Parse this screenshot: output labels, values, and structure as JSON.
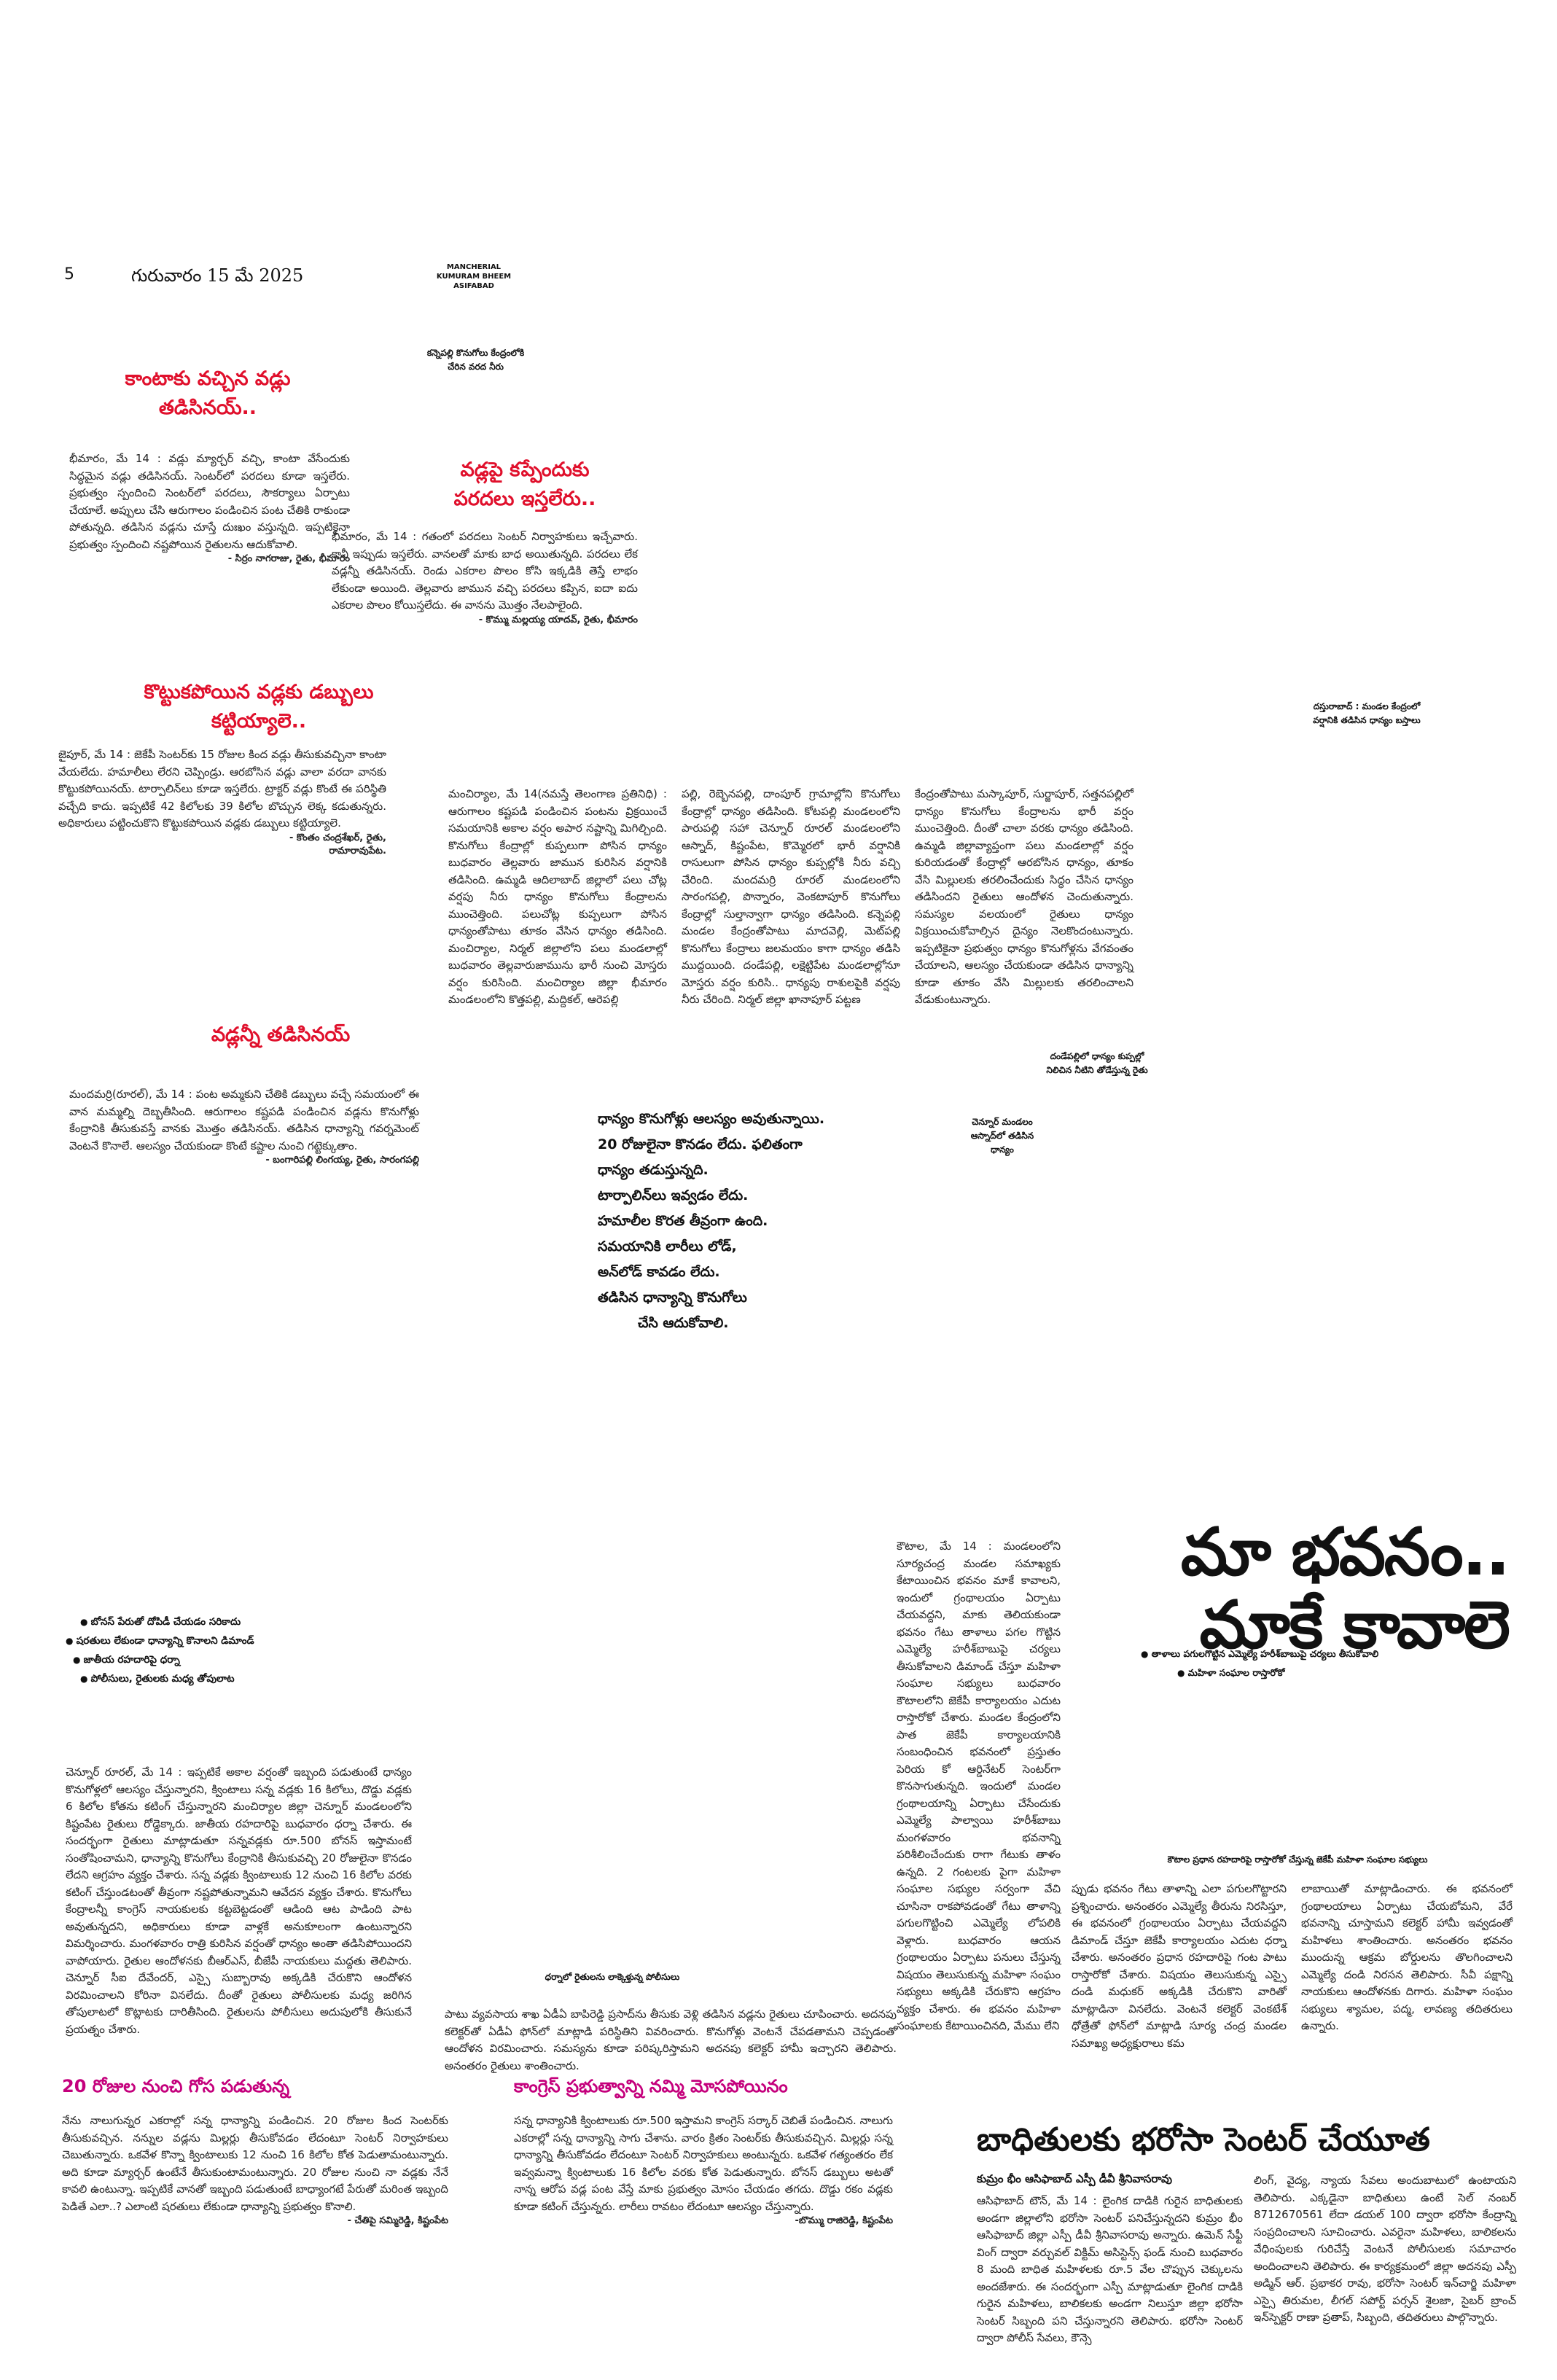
{
  "header": {
    "page_number": "5",
    "date": "గురువారం 15 మే 2025",
    "edition_lines": [
      "MANCHERIAL",
      "KUMURAM BHEEM",
      "ASIFABAD"
    ]
  },
  "top_caption": "కన్నెపల్లి కొనుగోలు కేంద్రంలోకి చేరిన వరద నీరు",
  "story1": {
    "headline": "కాంటాకు వచ్చిన వడ్లు తడిసినయ్..",
    "body": "భీమారం, మే 14 : వడ్లు మ్యార్చర్ వచ్చి, కాంటా వేసేందుకు సిద్ధమైన వడ్లు తడిసినయ్. సెంటర్‌లో పరదలు కూడా ఇస్తలేరు. ప్రభుత్వం స్పందించి సెంటర్‌లో పరదలు, సౌకర్యాలు ఏర్పాటు చేయాలే. అప్పులు చేసి ఆరుగాలం పండించిన పంట చేతికి రాకుండా పోతున్నది. తడిసిన వడ్లను చూస్తే దుఃఖం వస్తున్నది. ఇప్పటికైనా ప్రభుత్వం స్పందించి నష్టపోయిన రైతులను ఆదుకోవాలి.",
    "signature": "- సిర్రం నాగరాజు, రైతు, భీమారం"
  },
  "story2": {
    "headline": "వడ్లపై కప్పేందుకు పరదలు ఇస్తలేరు..",
    "body": "భీమారం, మే 14 : గతంలో పరదలు సెంటర్ నిర్వాహకులు ఇచ్చేవారు. కానీ ఇప్పుడు ఇస్తలేరు. వానలతో మాకు బాధ అయితున్నది. పరదలు లేక వడ్లన్నీ తడిసినయ్. రెండు ఎకరాల పొలం కోసి ఇక్కడికి తెస్తే లాభం లేకుండా అయింది. తెల్లవారు జామున వచ్చి పరదలు కప్పిన, ఐదా ఐదు ఎకరాల పొలం కోయిస్తలేదు. ఈ వానను మొత్తం నేలపాలైంది.",
    "signature": "- కొమ్ము మల్లయ్య యాదవ్, రైతు, భీమారం"
  },
  "story3": {
    "headline": "కొట్టుకపోయిన వడ్లకు డబ్బులు కట్టియ్యాలె..",
    "body": "జైపూర్, మే 14 : జెకేపీ సెంటర్‌కు 15 రోజుల కింద వడ్లు తీసుకువచ్చినా కాంటా వేయలేదు. హమాలీలు లేరని చెప్పిండ్రు. ఆరబోసిన వడ్లు వాలా వరదా వానకు కొట్టుకపోయినయ్. టార్పాలిన్‌లు కూడా ఇస్తలేరు. ట్రాక్టర్ వడ్లు కొంటే ఈ పరిస్థితి వచ్చేది కాదు. ఇప్పటికే 42 కిలోలకు 39 కిలోల బొచ్చున లెక్క కడుతున్నరు. అధికారులు పట్టించుకొని కొట్టుకపోయిన వడ్లకు డబ్బులు కట్టియ్యాలె.",
    "signature1": "- కొంతం చంద్రశేఖర్, రైతు,",
    "signature2": "రామారావుపేట."
  },
  "story4": {
    "headline": "వడ్లన్నీ తడిసినయ్",
    "body": "మందమర్రి(రూరల్), మే 14 : పంట అమ్మకుని చేతికి డబ్బులు వచ్చే సమయంలో ఈ వాన మమ్మల్ని దెబ్బతీసింది. ఆరుగాలం కష్టపడి పండించిన వడ్లను కొనుగోళ్లు కేంద్రానికి తీసుకువస్తే వానకు మొత్తం తడిసినయ్. తడిసిన ధాన్యాన్ని గవర్నమెంట్ వెంటనే కొనాలే. ఆలస్యం చేయకుండా కొంటే కష్టాల నుంచి గట్టెక్కుతాం.",
    "signature": "- బంగారిపల్లి లింగయ్య, రైతు, సారంగపల్లి"
  },
  "right_caption_top": "దస్తురాబాద్ : మండల కేంద్రంలో వర్షానికి తడిసిన ధాన్యం బస్తాలు",
  "main_story": {
    "col1": "మంచిర్యాల, మే 14(నమస్తే తెలంగాణ ప్రతినిధి) : ఆరుగాలం కష్టపడి పండించిన పంటను వ్రిక్రయించే సమయానికి అకాల వర్షం అపార నష్టాన్ని మిగిల్చింది. కొనుగోలు కేంద్రాల్లో కుప్పలుగా పోసిన ధాన్యం బుధవారం తెల్లవారు జామున కురిసిన వర్షానికి తడిసింది. ఉమ్మడి ఆదిలాబాద్ జిల్లాలో పలు చోట్ల వర్షపు నీరు ధాన్యం కొనుగోలు కేంద్రాలను ముంచెత్తింది. పలుచోట్ల కుప్పలుగా పోసిన ధాన్యంతోపాటు తూకం వేసిన ధాన్యం తడిసింది. మంచిర్యాల, నిర్మల్ జిల్లాలోని పలు మండలాల్లో బుధవారం తెల్లవారుజామును భారీ నుంచి మోస్తరు వర్షం కురిసింది. మంచిర్యాల జిల్లా భీమారం మండలంలోని కొత్తపల్లి, మద్దికల్, ఆరెపల్లి",
    "col2": "పల్లి, రెబ్బెనపల్లి, దాంపూర్ గ్రామాల్లోని కొనుగోలు కేంద్రాల్లో ధాన్యం తడిసింది. కోటపల్లి మండలంలోని పారుపల్లి సహా చెన్నూర్ రూరల్ మండలంలోని ఆస్నాద్, కిష్టంపేట, కొమ్మెరలో భారీ వర్షానికి రాసులుగా పోసిన ధాన్యం కుప్పల్లోకి నీరు వచ్చి చేరింది. మందమర్రి రూరల్ మండలంలోని సారంగపల్లి, పొన్నారం, వెంకటాపూర్ కొనుగోలు కేంద్రాల్లో సుల్తాన్వాగా ధాన్యం తడిసింది. కన్నెపల్లి మండల కేంద్రంతోపాటు మాదవెల్లి, మెట్‌పల్లి కొనుగోలు కేంద్రాలు జలమయం కాగా ధాన్యం తడిసి ముద్దయింది. దండేపల్లి, లక్షెట్టిపేట మండలాల్లోనూ మోస్తరు వర్షం కురిసి.. ధాన్యపు రాశులపైకి వర్షపు నీరు చేరింది. నిర్మల్ జిల్లా ఖానాపూర్ పట్టణ",
    "col3": "కేంద్రంతోపాటు మస్కాపూర్, సుర్జాపూర్, సత్తనపల్లిలో ధాన్యం కొనుగోలు కేంద్రాలను భారీ వర్షం ముంచెత్తింది. దీంతో చాలా వరకు ధాన్యం తడిసింది. ఉమ్మడి జిల్లావ్యాప్తంగా పలు మండలాల్లో వర్షం కురియడంతో కేంద్రాల్లో ఆరబోసిన ధాన్యం, తూకం వేసి మిల్లులకు తరలించేందుకు సిద్ధం చేసిన ధాన్యం తడిసిందని రైతులు ఆందోళన చెందుతున్నారు. సమస్యల వలయంలో రైతులు ధాన్యం విక్రయించుకోవాల్సిన దైన్యం నెలకొందంటున్నారు. ఇప్పటికైనా ప్రభుత్వం ధాన్యం కొనుగోళ్లను వేగవంతం చేయాలని, ఆలస్యం చేయకుండా తడిసిన ధాన్యాన్ని కూడా తూకం వేసి మిల్లులకు తరలించాలని వేడుకుంటున్నారు."
  },
  "caption_chennur": "చెన్నూర్ మండలం ఆస్నాద్‌లో తడిసిన ధాన్యం",
  "caption_dandepally": "దండేపల్లిలో ధాన్యం కుప్పల్లో నిలిచిన నీటిని తోడేస్తున్న రైతు",
  "bold_quote": [
    "ధాన్యం కొనుగోళ్లు ఆలస్యం అవుతున్నాయి.",
    "20 రోజులైనా కొనడం లేదు. ఫలితంగా",
    "ధాన్యం తడుస్తున్నది.",
    "టార్పాలిన్‌లు ఇవ్వడం లేదు.",
    "హమాలీల కొరత తీవ్రంగా ఉంది.",
    "సమయానికి లారీలు లోడ్,",
    "అన్‌లోడ్ కావడం లేదు.",
    "తడిసిన ధాన్యాన్ని కొనుగోలు",
    "చేసి ఆదుకోవాలి."
  ],
  "dharna_story": {
    "bullets": [
      "బోనస్ పేరుతో దోపిడీ చేయడం సరికాదు",
      "షరతులు లేకుండా ధాన్యాన్ని కొనాలని డిమాండ్",
      "జాతీయ రహదారిపై ధర్నా",
      "పోలీసులు, రైతులకు మధ్య తోపులాట"
    ],
    "body": "చెన్నూర్ రూరల్, మే 14 : ఇప్పటికే అకాల వర్షంతో ఇబ్బంది పడుతుంటే ధాన్యం కొనుగోళ్లలో ఆలస్యం చేస్తున్నారని, క్వింటాలు సన్న వడ్లకు 16 కిలోలు, దొడ్డు వడ్లకు 6 కిలోల కోతను కటింగ్ చేస్తున్నారని మంచిర్యాల జిల్లా చెన్నూర్ మండలంలోని కిష్టంపేట రైతులు రోడ్డెక్కారు. జాతీయ రహదారిపై బుధవారం ధర్నా చేశారు. ఈ సందర్భంగా రైతులు మాట్లాడుతూ సన్నవడ్లకు రూ.500 బోనస్ ఇస్తామంటే సంతోషించామని, ధాన్యాన్ని కొనుగోలు కేంద్రానికి తీసుకువచ్చి 20 రోజులైనా కొనడం లేదని ఆగ్రహం వ్యక్తం చేశారు. సన్న వడ్లకు క్వింటాలుకు 12 నుంచి 16 కిలోల వరకు కటింగ్ చేస్తుండటంతో తీవ్రంగా నష్టపోతున్నామని ఆవేదన వ్యక్తం చేశారు. కొనుగోలు కేంద్రాలన్నీ కాంగ్రెస్ నాయకులకు కట్టబెట్టడంతో ఆడింది ఆట పాడింది పాట అవుతున్నదని, అధికారులు కూడా వాళ్లకే అనుకూలంగా ఉంటున్నారని విమర్శించారు. మంగళవారం రాత్రి కురిసిన వర్షంతో ధాన్యం అంతా తడిసిపోయిందని వాపోయారు. రైతుల ఆందోళనకు బీఆర్ఎస్, బీజేపీ నాయకులు మద్దతు తెలిపారు. చెన్నూర్ సీఐ దేవేందర్, ఎస్సై సుబ్బారావు అక్కడికి చేరుకొని ఆందోళన విరమించాలని కోరినా వినలేదు. దీంతో రైతులు పోలీసులకు మధ్య జరిగిన తోపులాటలో కొట్లాటకు దారితీసింది. రైతులను పోలీసులు అదుపులోకి తీసుకునే ప్రయత్నం చేశారు.",
    "body2": "పాటు వ్యవసాయ శాఖ ఏడీఏ బాపిరెడ్డి ప్రసాద్‌ను తీసుకు వెళ్లి తడిసిన వడ్లను రైతులు చూపించారు. అదనపు కలెక్టర్‌తో ఏడీఏ ఫోన్‌లో మాట్లాడి పరిస్థితిని వివరించారు. కొనుగోళ్లు వెంటనే చేపడతామని చెప్పడంతో ఆందోళన విరమించారు. సమస్యను కూడా పరిష్కరిస్తామని అదనపు కలెక్టర్ హామీ ఇచ్చారని తెలిపారు. అనంతరం రైతులు శాంతించారు."
  },
  "caption_dharna": "ధర్నాలో రైతులను లాక్కెళ్తున్న పోలీసులు",
  "story5": {
    "headline": "20 రోజుల నుంచి గోస పడుతున్న",
    "body": "నేను నాలుగున్నర ఎకరాల్లో సన్న ధాన్యాన్ని పండించిన. 20 రోజుల కింద సెంటర్‌కు తీసుకువచ్చిన. నన్నుల వడ్లను మిల్లర్లు తీసుకోవడం లేదంటూ సెంటర్ నిర్వాహకులు చెబుతున్నారు. ఒకవేళ కొన్నా క్వింటాలుకు 12 నుంచి 16 కిలోల కోత పెడుతామంటున్నారు. అది కూడా మ్యార్చర్ ఉంటేనే తీసుకుంటామంటున్నారు. 20 రోజుల నుంచి నా వడ్లకు నేనే కావలి ఉంటున్నా. ఇప్పటికే వానతో ఇబ్బంది పడుతుంటే బాధ్యాంగటే పేరుతో మరింత ఇబ్బంది పెడితే ఎలా..? ఎలాంటి షరతులు లేకుండా ధాన్యాన్ని ప్రభుత్వం కొనాలి.",
    "signature": "- చేతిపై సమ్మిరెడ్డి, కిష్టంపేట"
  },
  "story6": {
    "headline": "కాంగ్రెస్ ప్రభుత్వాన్ని నమ్మి మోసపోయినం",
    "body": "సన్న ధాన్యానికి క్వింటాలుకు రూ.500 ఇస్తామని కాంగ్రెస్ సర్కార్ చెబితే పండించిన. నాలుగు ఎకరాల్లో సన్న ధాన్యాన్ని సాగు చేశాను. వారం క్రితం సెంటర్‌కు తీసుకువచ్చిన. మిల్లర్లు సన్న ధాన్యాన్ని తీసుకోవడం లేదంటూ సెంటర్ నిర్వాహకులు అంటున్నరు. ఒకవేళ గత్యంతరం లేక ఇవ్వమన్నా క్వింటాలుకు 16 కిలోల వరకు కోత పెడుతున్నారు. బోనస్ డబ్బులు అటతో నాన్న ఆరోప వడ్ల పంట వేస్తే మాకు ప్రభుత్వం మోసం చేయడం తగదు. దొడ్డు రకం వడ్లకు కూడా కటింగ్ చేస్తున్నరు. లారీలు రావటం లేదంటూ ఆలస్యం చేస్తున్నారు.",
    "signature": "-బొమ్ము రాజిరెడ్డి, కిష్టంపేట"
  },
  "bhavanam": {
    "title_line1": "మా భవనం..",
    "title_line2": "మాకే కావాలె",
    "bullets": [
      "తాళాలు పగులగొట్టిన ఎమ్మెల్యే హరీశ్‌బాబుపై చర్యలు తీసుకోవాలి",
      "మహిళా సంఘాల రాస్తారోకో"
    ],
    "col1": "కౌటాల, మే 14 : మండలంలోని సూర్యచంద్ర మండల సమాఖ్యకు కేటాయించిన భవనం మాకే కావాలని, ఇందులో గ్రంథాలయం ఏర్పాటు చేయవద్దని, మాకు తెలియకుండా భవనం గేటు తాళాలు పగల గొట్టిన ఎమ్మెల్యే హరీశ్‌బాబుపై చర్యలు తీసుకోవాలని డిమాండ్ చేస్తూ మహిళా సంఘాల సభ్యులు బుధవారం కౌటాలలోని జెకేపీ కార్యాలయం ఎదుట రాస్తారోకో చేశారు. మండల కేంద్రంలోని పాత జెకేపీ కార్యాలయానికి సంబంధించిన భవనంలో ప్రస్తుతం పెరియ కో ఆర్డినేటర్‌ సెంటర్‌గా కొనసాగుతున్నది. ఇందులో మండల గ్రంథాలయాన్ని ఏర్పాటు చేసేందుకు ఎమ్మెల్యే పాల్వాయి హరీశ్‌బాబు మంగళవారం భవనాన్ని పరిశీలించేందుకు రాగా గేటుకు తాళం ఉన్నది. 2 గంటలకు పైగా మహిళా సంఘాల సభ్యుల సర్వంగా వేచి చూసినా రాకపోవడంతో గేటు తాళాన్ని పగులగొట్టించి ఎమ్మెల్యే లోపలికి వెళ్లారు. బుధవారం ఆయన గ్రంథాలయం ఏర్పాటు పనులు చేస్తున్న విషయం తెలుసుకున్న మహిళా సంఘం సభ్యులు అక్కడికి చేరుకొని ఆగ్రహం వ్యక్తం చేశారు. ఈ భవనం మహిళా సంఘాలకు కేటాయించినది, మేము లేని",
    "col2": "ప్పుడు భవనం గేటు తాళాన్ని ఎలా పగులగొట్టారని ప్రశ్నించారు. అనంతరం ఎమ్మెల్యే తీరును నిరసిస్తూ, ఈ భవనంలో గ్రంథాలయం ఏర్పాటు చేయవద్దని డిమాండ్ చేస్తూ జెకేపీ కార్యాలయం ఎదుట ధర్నా చేశారు. అనంతరం ప్రధాన రహదారిపై గంట పాటు రాస్తారోకో చేశారు. విషయం తెలుసుకున్న ఎస్సై దండి మధుకర్ అక్కడికి చేరుకొని వారితో మాట్లాడినా వినలేదు. వెంటనే కలెక్టర్ వెంకటేశ్ ధోత్రేతో ఫోన్‌లో మాట్లాడి సూర్య చంద్ర మండల సమాఖ్య అధ్యక్షురాలు కమ",
    "col3": "లాబాయితో మాట్లాడించారు. ఈ భవనంలో గ్రంథాలయాలు ఏర్పాటు చేయబోమని, వేరే భవనాన్ని చూస్తామని కలెక్టర్ హామీ ఇవ్వడంతో మహిళలు శాంతించారు. అనంతరం భవనం ముందున్న ఆక్రమ బోర్డులను తొలగించాలని ఎమ్మెల్యే దండి నిరసన తెలిపారు. సీవీ పక్షాన్ని నాయకులు ఆందోళనకు దిగారు. మహిళా సంఘం సభ్యులు శ్యామల, పద్మ, లావణ్య తదితరులు ఉన్నారు.",
    "caption": "కౌటాల ప్రధాన రహదారిపై రాస్తారోకో చేస్తున్న జెకేపీ మహిళా సంఘాల సభ్యులు"
  },
  "bharosa": {
    "title": "బాధితులకు భరోసా సెంటర్ చేయూత",
    "byline": "కుమ్రం భీం ఆసిఫాబాద్ ఎస్పీ డీవీ శ్రీనివాసరావు",
    "col1": "ఆసిఫాబాద్ టౌన్, మే 14 : లైంగిక దాడికి గురైన బాధితులకు అండగా జిల్లాలోని భరోసా సెంటర్ పనిచేస్తున్నదని కుమ్రం భీం ఆసిఫాబాద్ జిల్లా ఎస్పీ డీవీ శ్రీనివాసరావు అన్నారు. ఉమెన్ సేఫ్టీ వింగ్ ద్వారా వర్చువల్ విక్టిమ్ అసిస్టెన్స్ ఫండ్ నుంచి బుధవారం 8 మంది బాధిత మహిళలకు రూ.5 వేల చొప్పున చెక్కులను అందజేశారు. ఈ సందర్భంగా ఎస్పీ మాట్లాడుతూ లైంగిక దాడికి గురైన మహిళలు, బాలికలకు అండగా నిలుస్తూ జిల్లా భరోసా సెంటర్ సిబ్బంది పని చేస్తున్నారని తెలిపారు. భరోసా సెంటర్ ద్వారా పోలీస్ సేవలు, కౌన్సె",
    "col2": "లింగ్, వైద్య, న్యాయ సేవలు అందుబాటులో ఉంటాయని తెలిపారు. ఎక్కడైనా బాధితులు ఉంటే సెల్ నంబర్ 8712670561 లేదా డయల్ 100 ద్వారా భరోసా కేంద్రాన్ని సంప్రదించాలని సూచించారు. ఎవరైనా మహిళలు, బాలికలను వేధింపులకు గురిచేస్తే వెంటనే పోలీసులకు సమాచారం అందించాలని తెలిపారు. ఈ కార్యక్రమంలో జిల్లా అదనపు ఎస్పీ అడ్మిన్ ఆర్. ప్రభాకర రావు, భరోసా సెంటర్ ఇన్‌చార్జి మహిళా ఎస్సై తిరుమల, లీగల్ సపోర్ట్ పర్సన్ శైలజా, సైబర్ బ్రాంచ్ ఇన్‌స్పెక్టర్ రాణా ప్రతాప్, సిబ్బంది, తదితరులు పాల్గొన్నారు."
  }
}
